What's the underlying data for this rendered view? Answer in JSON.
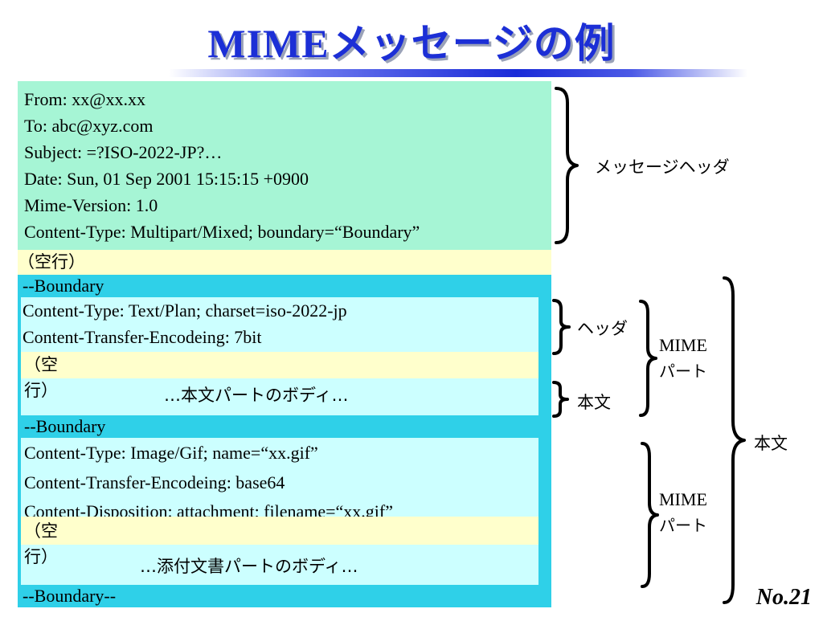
{
  "title": "MIMEメッセージの例",
  "header_lines": [
    "From: xx@xx.xx",
    "To: abc@xyz.com",
    "Subject: =?ISO-2022-JP?…",
    "Date: Sun, 01 Sep 2001 15:15:15 +0900",
    "Mime-Version: 1.0",
    "Content-Type: Multipart/Mixed; boundary=“Boundary”"
  ],
  "blank_line": "（空行）",
  "boundary": "--Boundary",
  "boundary_end": "--Boundary--",
  "part1": {
    "header_lines": [
      "Content-Type: Text/Plan; charset=iso-2022-jp",
      "Content-Transfer-Encodeing: 7bit"
    ],
    "blank_top": "（空",
    "blank_bottom": "行）",
    "body": "…本文パートのボディ…"
  },
  "part2": {
    "header_lines": [
      "Content-Type: Image/Gif;  name=“xx.gif”",
      "Content-Transfer-Encodeing: base64",
      "Content-Disposition: attachment; filename=“xx.gif”"
    ],
    "blank_top": "（空",
    "blank_bottom": "行）",
    "body": "…添付文書パートのボディ…"
  },
  "annotations": {
    "message_header": "メッセージヘッダ",
    "part_header": "ヘッダ",
    "part_body": "本文",
    "mime_part_1_a": "MIME",
    "mime_part_1_b": "パート",
    "mime_part_2_a": "MIME",
    "mime_part_2_b": "パート",
    "body": "本文"
  },
  "page_number": "No.21",
  "colors": {
    "title": "#1c2fd6",
    "header_bg": "#a6f5d5",
    "blank_bg": "#ffffcc",
    "body_bg": "#2fd0e8",
    "part_bg": "#ccffff"
  }
}
